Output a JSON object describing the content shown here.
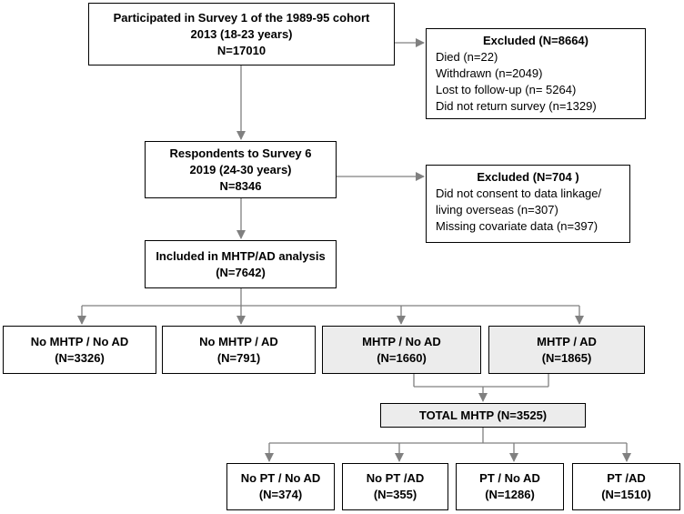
{
  "boxes": {
    "survey1": {
      "lines": [
        "Participated in Survey 1 of the 1989-95 cohort",
        "2013 (18-23 years)",
        "N=17010"
      ]
    },
    "excluded1": {
      "title": "Excluded (N=8664)",
      "lines": [
        "Died (n=22)",
        "Withdrawn (n=2049)",
        "Lost to follow-up (n= 5264)",
        "Did not return survey (n=1329)"
      ]
    },
    "survey6": {
      "lines": [
        "Respondents to Survey 6",
        "2019 (24-30 years)",
        "N=8346"
      ]
    },
    "excluded2": {
      "title": "Excluded (N=704 )",
      "lines": [
        "Did not consent to data linkage/",
        "living overseas (n=307)",
        "Missing covariate data (n=397)"
      ]
    },
    "included": {
      "lines": [
        "Included in MHTP/AD analysis",
        "(N=7642)"
      ]
    },
    "no_mhtp_no_ad": {
      "lines": [
        "No MHTP / No AD",
        "(N=3326)"
      ]
    },
    "no_mhtp_ad": {
      "lines": [
        "No MHTP / AD",
        "(N=791)"
      ]
    },
    "mhtp_no_ad": {
      "lines": [
        "MHTP / No AD",
        "(N=1660)"
      ]
    },
    "mhtp_ad": {
      "lines": [
        "MHTP / AD",
        "(N=1865)"
      ]
    },
    "total_mhtp": {
      "lines": [
        "TOTAL MHTP (N=3525)"
      ]
    },
    "no_pt_no_ad": {
      "lines": [
        "No PT / No AD",
        "(N=374)"
      ]
    },
    "no_pt_ad": {
      "lines": [
        "No PT /AD",
        "(N=355)"
      ]
    },
    "pt_no_ad": {
      "lines": [
        "PT / No AD",
        "(N=1286)"
      ]
    },
    "pt_ad": {
      "lines": [
        "PT /AD",
        "(N=1510)"
      ]
    }
  },
  "colors": {
    "line": "#808080",
    "box_border": "#000000",
    "grey_fill": "#ececec"
  }
}
